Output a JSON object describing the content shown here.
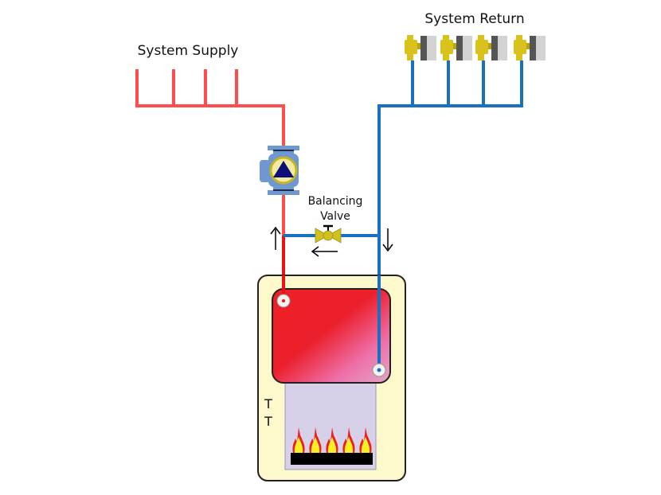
{
  "labels": {
    "system_supply": "System Supply",
    "system_return": "System Return",
    "balancing_valve_line1": "Balancing",
    "balancing_valve_line2": "Valve",
    "thermostat_t1": "T",
    "thermostat_t2": "T"
  },
  "arrows": {
    "supply_up": "↑",
    "return_down": "↓",
    "bypass_left": "←"
  },
  "components": {
    "supply_branches": 4,
    "return_zone_valves": 4,
    "burner_flames": 5
  },
  "colors": {
    "supply_pipe": "#ff4d4d",
    "supply_pipe_hot": "#ee1111",
    "return_pipe": "#1a6fc0",
    "boiler_cabinet": "#fdf9cc",
    "heat_exchanger": "#ee2026",
    "heat_exchanger_pink": "#e9a5c8",
    "firebox": "#d6d0e8",
    "pump_body": "#6f97d0",
    "pump_center": "#0d0e7a",
    "valve_brass": "#cfc21f",
    "zone_valve_yellow": "#d9c21c",
    "actuator_dark": "#555555",
    "actuator_light": "#d3d3d3",
    "burner": "#000000"
  }
}
